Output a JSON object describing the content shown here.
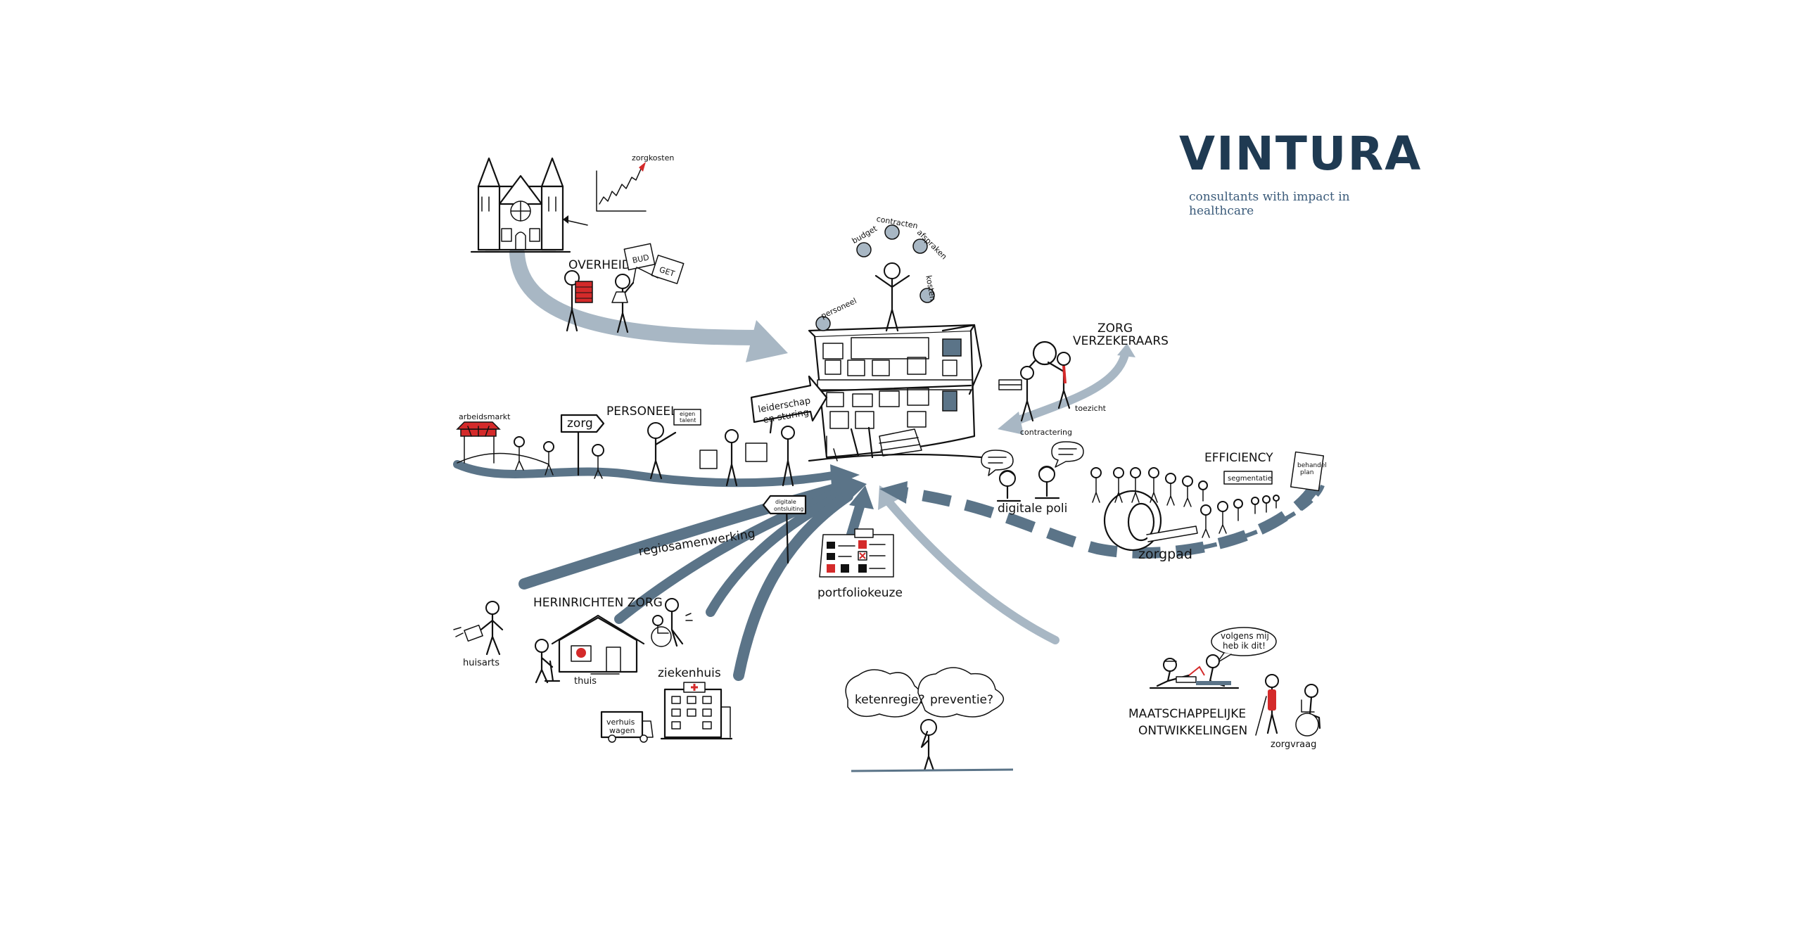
{
  "logo": {
    "name": "VINTURA",
    "tagline": "consultants with impact in healthcare"
  },
  "colors": {
    "arrow_dark": "#5b7488",
    "arrow_light": "#a8b7c4",
    "accent_red": "#d42a2a",
    "logo_orange": "#e07a1f",
    "logo_navy": "#1f3a52"
  },
  "labels": {
    "zorgkosten": "zorgkosten",
    "overheid": "OVERHEID",
    "bud": "BUD",
    "get": "GET",
    "budget": "budget",
    "contracten": "contracten",
    "afspraken": "afspraken",
    "kosten": "kosten",
    "personeel_ball": "personeel",
    "zorg_verzekeraars_1": "ZORG",
    "zorg_verzekeraars_2": "VERZEKERAARS",
    "toezicht": "toezicht",
    "contractering": "contractering",
    "arbeidsmarkt": "arbeidsmarkt",
    "zorg_sign": "zorg",
    "personeel": "PERSONEEL",
    "eigen_talent_1": "eigen",
    "eigen_talent_2": "talent",
    "leiderschap_1": "leiderschap",
    "leiderschap_2": "en sturing",
    "digitale_ontsluiting_1": "digitale",
    "digitale_ontsluiting_2": "ontsluiting",
    "regiosamenwerking": "regiosamenwerking",
    "efficiency": "EFFICIENCY",
    "segmentatie": "segmentatie",
    "behandelplan_1": "behandel",
    "behandelplan_2": "plan",
    "digitale_poli": "digitale poli",
    "zorgpad": "zorgpad",
    "herinrichten_zorg": "HERINRICHTEN ZORG",
    "huisarts": "huisarts",
    "thuis": "thuis",
    "ziekenhuis": "ziekenhuis",
    "verhuiswagen_1": "verhuis",
    "verhuiswagen_2": "wagen",
    "portfoliokeuze": "portfoliokeuze",
    "ketenregie": "ketenregie?",
    "preventie": "preventie?",
    "volgens_1": "volgens mij",
    "volgens_2": "heb ik dit!",
    "maatschappelijke": "MAATSCHAPPELIJKE",
    "ontwikkelingen": "ONTWIKKELINGEN",
    "zorgvraag": "zorgvraag"
  }
}
